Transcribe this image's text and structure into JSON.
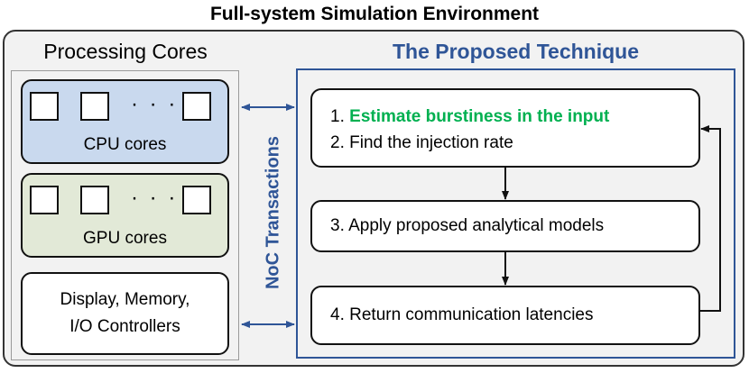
{
  "title": "Full-system Simulation Environment",
  "processing": {
    "title": "Processing Cores",
    "cpu_label": "CPU cores",
    "gpu_label": "GPU cores",
    "dots": "· · ·",
    "io_line1": "Display, Memory,",
    "io_line2": "I/O Controllers"
  },
  "noc_label": "NoC Transactions",
  "technique": {
    "title": "The Proposed Technique",
    "step1_num": "1.",
    "step1_text": "Estimate burstiness in the input",
    "step2": "2. Find the injection rate",
    "step3": "3.  Apply proposed analytical models",
    "step4": "4. Return communication latencies"
  },
  "colors": {
    "accent_blue": "#2f5597",
    "accent_green": "#00b050",
    "cpu_fill": "#c9d9ee",
    "gpu_fill": "#e2e9d7"
  }
}
